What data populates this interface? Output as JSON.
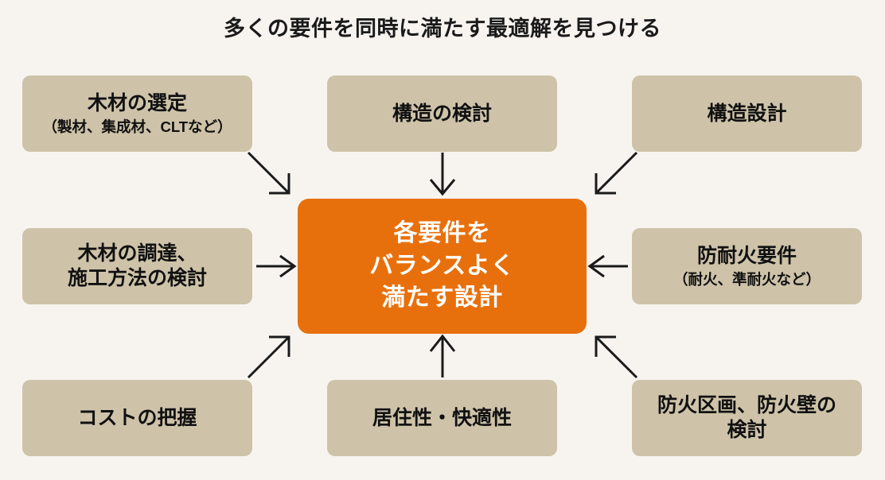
{
  "title": "多くの要件を同時に満たす最適解を見つける",
  "colors": {
    "background": "#f7f4f0",
    "node_fill": "#cec3a9",
    "center_fill": "#e8700c",
    "center_text": "#ffffff",
    "node_text": "#111111",
    "arrow": "#1a1a1a"
  },
  "center": {
    "label": "各要件を\nバランスよく\n満たす設計"
  },
  "nodes": [
    {
      "id": "wood-selection",
      "label": "木材の選定",
      "sub": "（製材、集成材、CLTなど）"
    },
    {
      "id": "structure-study",
      "label": "構造の検討",
      "sub": ""
    },
    {
      "id": "structural-design",
      "label": "構造設計",
      "sub": ""
    },
    {
      "id": "procurement",
      "label": "木材の調達、\n施工方法の検討",
      "sub": ""
    },
    {
      "id": "fire-resistance",
      "label": "防耐火要件",
      "sub": "（耐火、準耐火など）"
    },
    {
      "id": "cost",
      "label": "コストの把握",
      "sub": ""
    },
    {
      "id": "livability",
      "label": "居住性・快適性",
      "sub": ""
    },
    {
      "id": "fire-compartment",
      "label": "防火区画、防火壁の\n検討",
      "sub": ""
    }
  ],
  "arrows": [
    {
      "from": "wood-selection",
      "to": "center",
      "direction": "down-right"
    },
    {
      "from": "structure-study",
      "to": "center",
      "direction": "down"
    },
    {
      "from": "structural-design",
      "to": "center",
      "direction": "down-left"
    },
    {
      "from": "procurement",
      "to": "center",
      "direction": "right"
    },
    {
      "from": "fire-resistance",
      "to": "center",
      "direction": "left"
    },
    {
      "from": "cost",
      "to": "center",
      "direction": "up-right"
    },
    {
      "from": "livability",
      "to": "center",
      "direction": "up"
    },
    {
      "from": "fire-compartment",
      "to": "center",
      "direction": "up-left"
    }
  ]
}
